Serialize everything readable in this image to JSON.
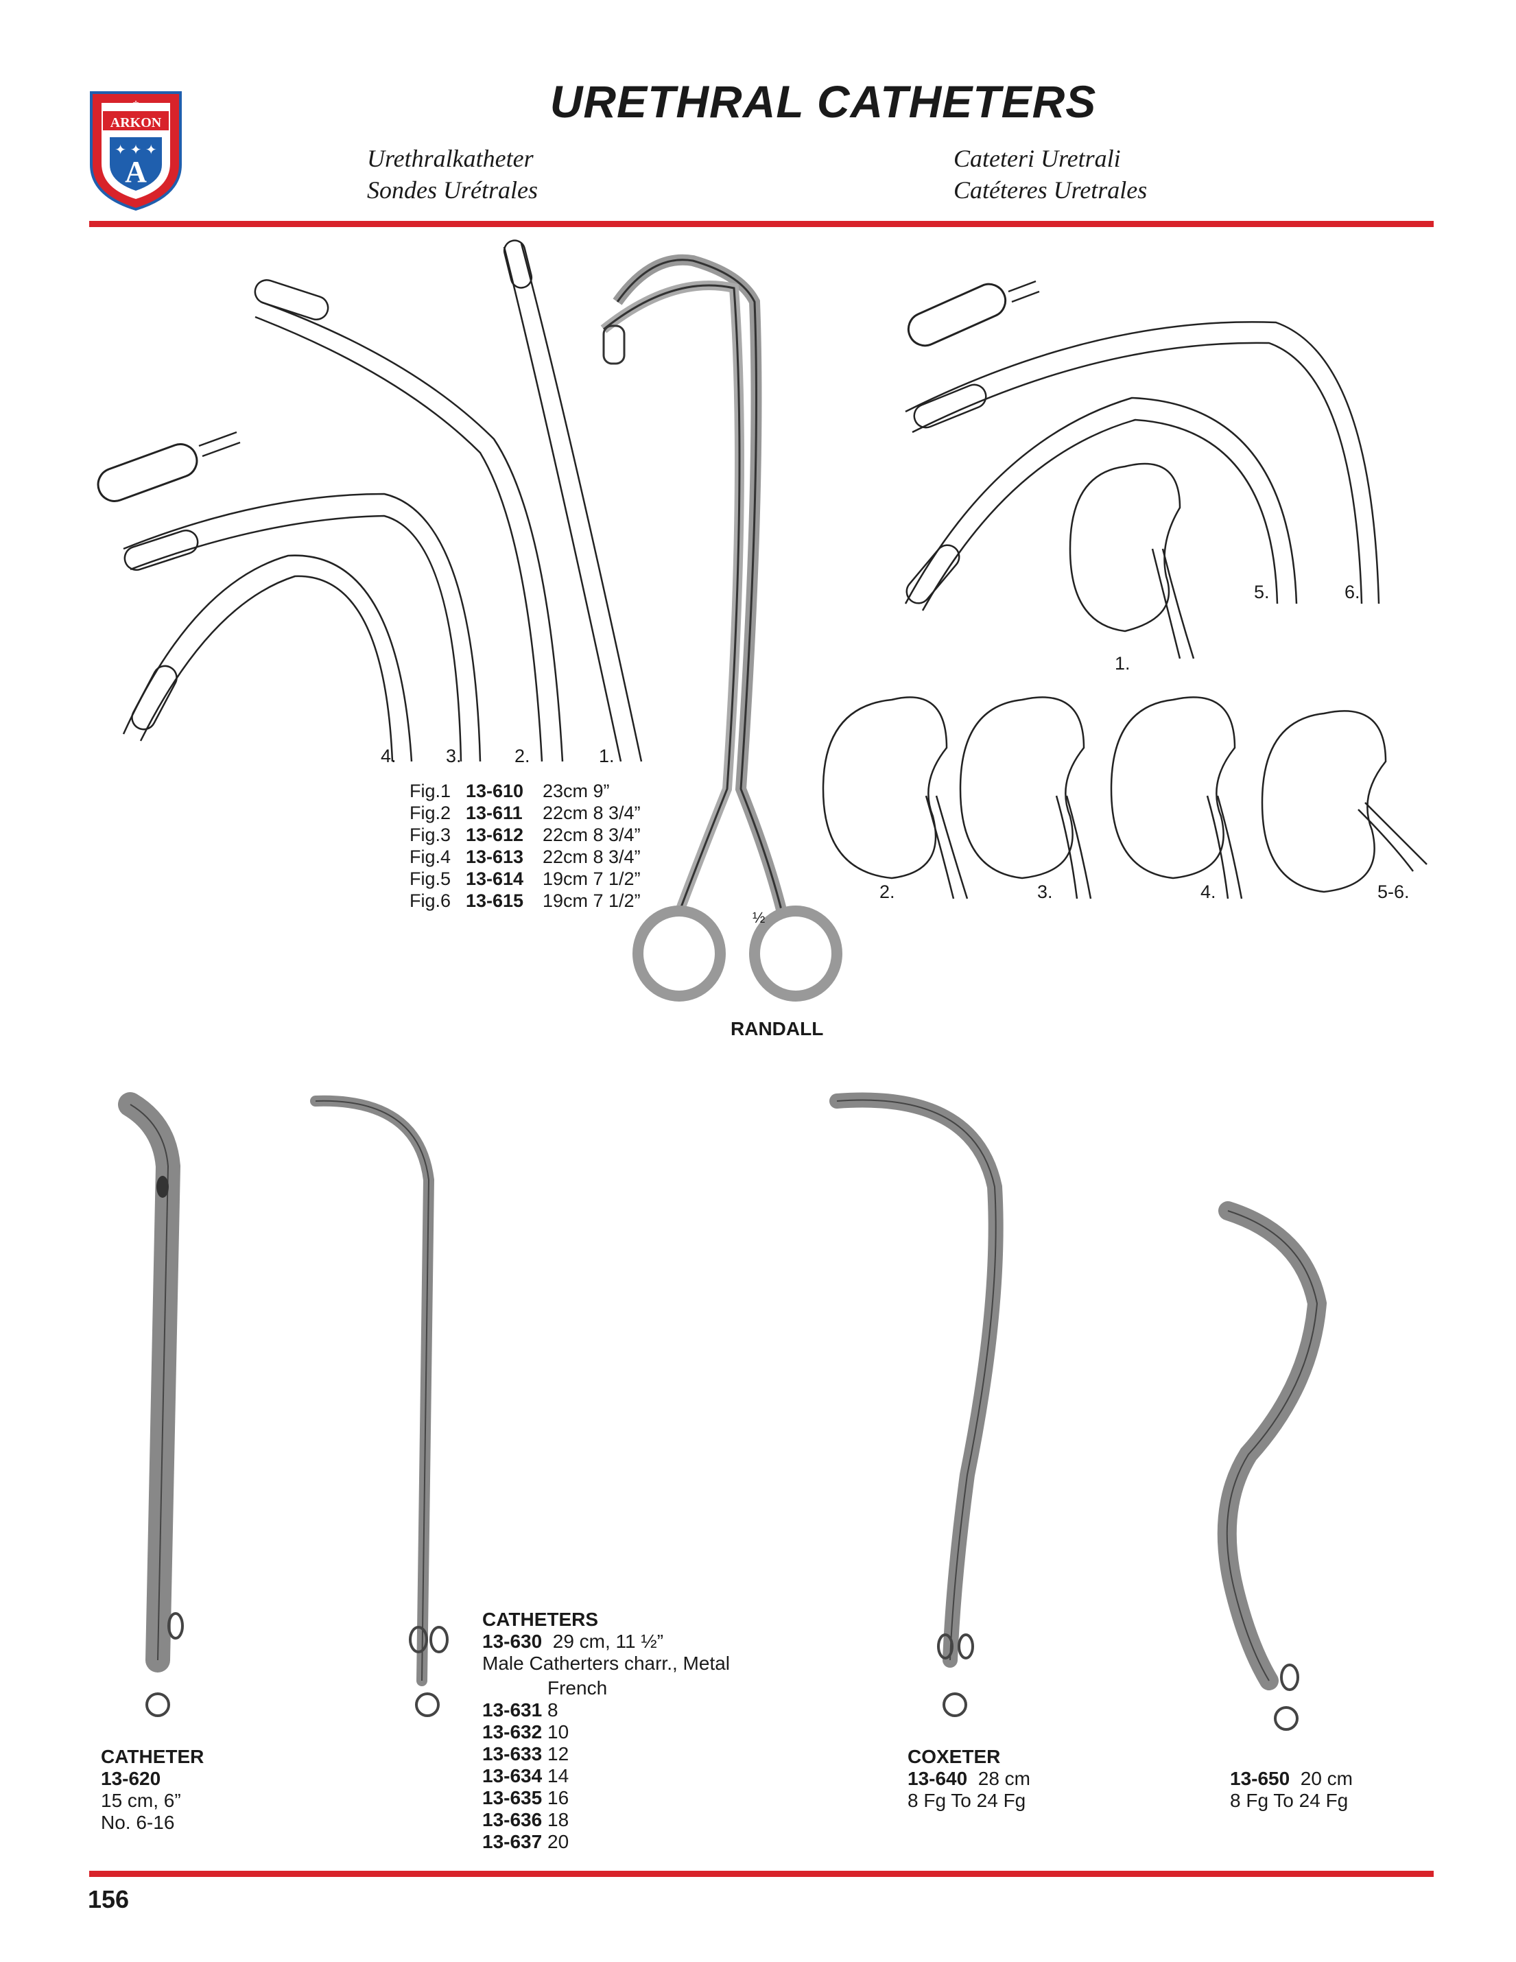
{
  "brand": {
    "name": "ARKON",
    "letter": "A",
    "colors": {
      "red": "#d8232a",
      "blue": "#1f5fae"
    }
  },
  "title": "URETHRAL CATHETERS",
  "subtitles": {
    "de": "Urethralkatheter",
    "fr": "Sondes Urétrales",
    "it": "Cateteri Uretrali",
    "es": "Catéteres Uretrales"
  },
  "figure_top": {
    "labels": [
      "4.",
      "3.",
      "2.",
      "1."
    ],
    "specs": [
      {
        "fig": "Fig.1",
        "code": "13-610",
        "size": "23cm 9”"
      },
      {
        "fig": "Fig.2",
        "code": "13-611",
        "size": "22cm 8 3/4”"
      },
      {
        "fig": "Fig.3",
        "code": "13-612",
        "size": "22cm 8 3/4”"
      },
      {
        "fig": "Fig.4",
        "code": "13-613",
        "size": "22cm 8 3/4”"
      },
      {
        "fig": "Fig.5",
        "code": "13-614",
        "size": "19cm 7 1/2”"
      },
      {
        "fig": "Fig.6",
        "code": "13-615",
        "size": "19cm 7 1/2”"
      }
    ],
    "right_labels": [
      "5.",
      "6."
    ]
  },
  "randall": {
    "name": "RANDALL",
    "scale": "½"
  },
  "kidneys": {
    "labels": [
      "1.",
      "2.",
      "3.",
      "4.",
      "5-6."
    ]
  },
  "catheter": {
    "name": "CATHETER",
    "code": "13-620",
    "size": "15 cm, 6”",
    "range": "No. 6-16"
  },
  "catheters": {
    "name": "CATHETERS",
    "code": "13-630",
    "size": "29 cm, 11 ½”",
    "desc": "Male Catherters charr., Metal",
    "french_label": "French",
    "rows": [
      {
        "code": "13-631",
        "fr": "8"
      },
      {
        "code": "13-632",
        "fr": "10"
      },
      {
        "code": "13-633",
        "fr": "12"
      },
      {
        "code": "13-634",
        "fr": "14"
      },
      {
        "code": "13-635",
        "fr": "16"
      },
      {
        "code": "13-636",
        "fr": "18"
      },
      {
        "code": "13-637",
        "fr": "20"
      }
    ]
  },
  "coxeter": {
    "name": "COXETER",
    "code": "13-640",
    "size": "28 cm",
    "range": "8 Fg To 24 Fg"
  },
  "item650": {
    "code": "13-650",
    "size": "20 cm",
    "range": "8 Fg To 24 Fg"
  },
  "page_number": "156"
}
